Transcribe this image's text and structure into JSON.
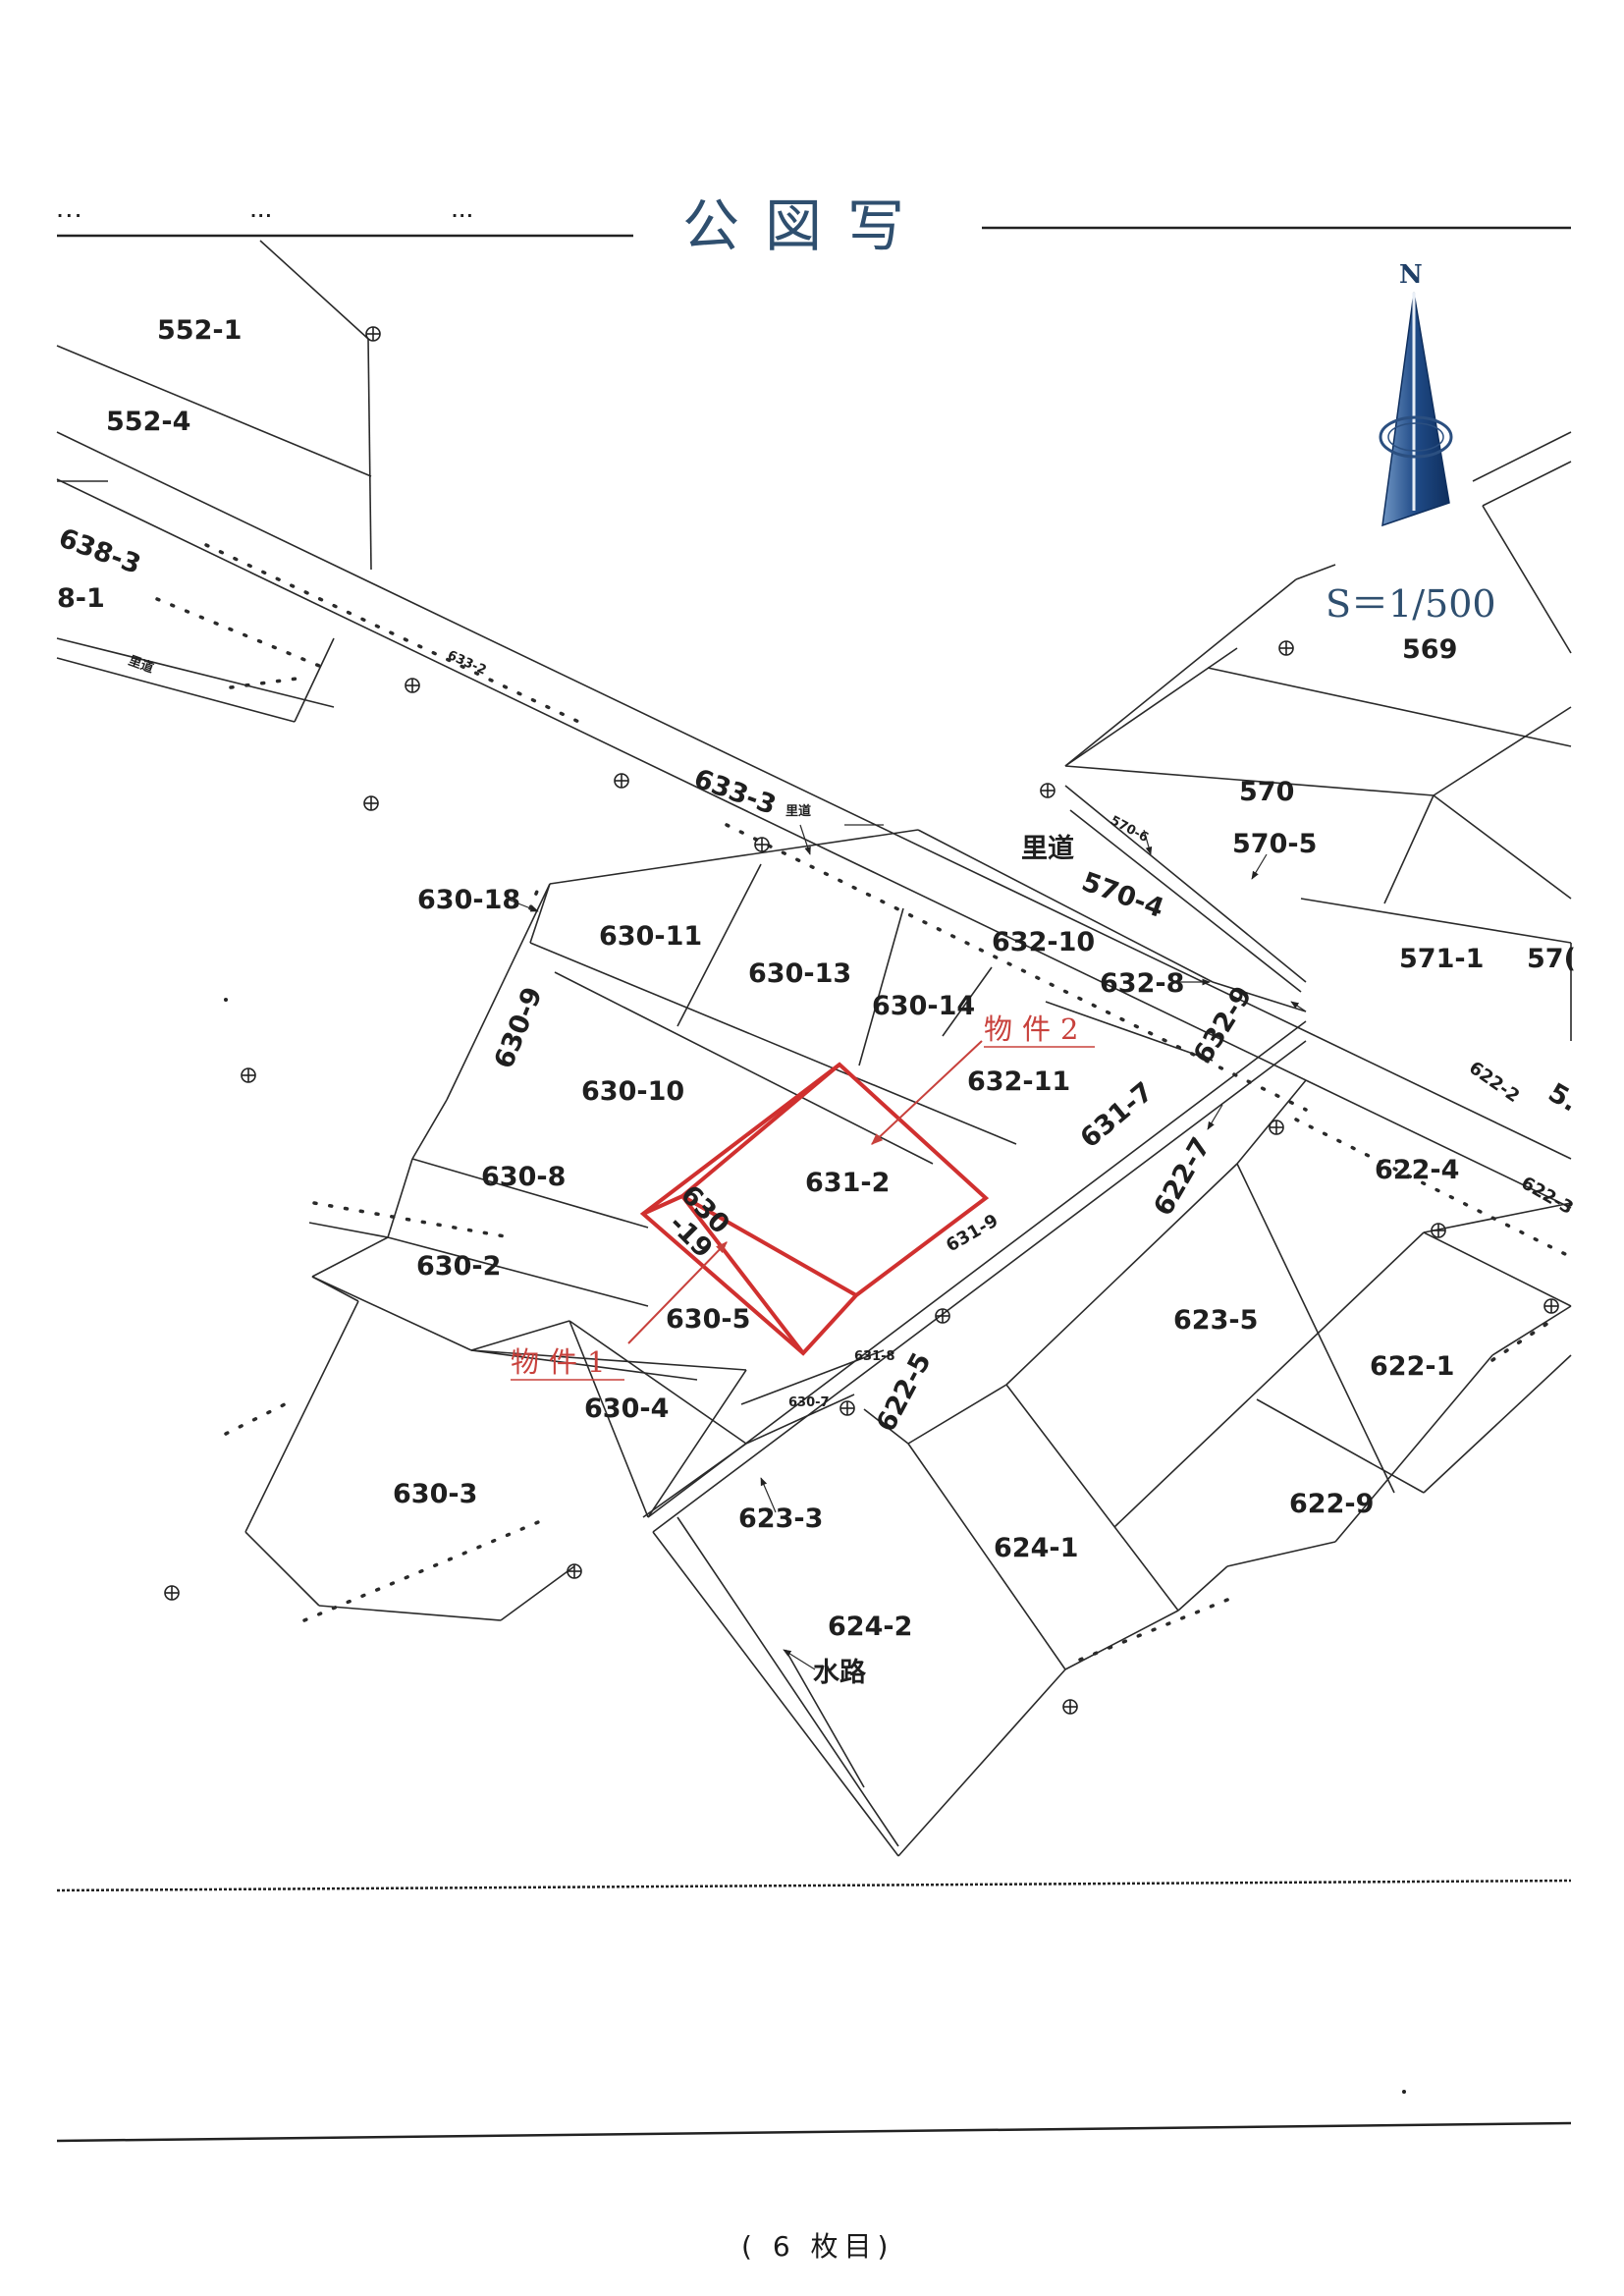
{
  "title": "公図写",
  "scale": "S＝1/500",
  "north_label": "N",
  "footer": "( 6 枚目)",
  "colors": {
    "title": "#2f4f6f",
    "subject_outline": "#d0302f",
    "north_arrow": "#1e3e66"
  },
  "labels": {
    "p552_1": "552-1",
    "p552_4": "552-4",
    "p638_3": "638-3",
    "p8_1": "8-1",
    "satomichi_small": "里道",
    "p633_2": "633-2",
    "p633_3": "633-3",
    "satomichi_small2": "里道",
    "p569": "569",
    "p570": "570",
    "p570_6": "570-6",
    "satomichi": "里道",
    "p570_5": "570-5",
    "p570_4": "570-4",
    "p571_1": "571-1",
    "p57x": "57(",
    "p630_18": "630-18",
    "p630_11": "630-11",
    "p630_13": "630-13",
    "p632_10": "632-10",
    "p632_8": "632-8",
    "p630_9": "630-9",
    "p630_14": "630-14",
    "p632_9": "632-9",
    "p630_10": "630-10",
    "p632_11": "632-11",
    "p622_2": "622-2",
    "p5x": "5.",
    "p631_7": "631-7",
    "p622_4": "622-4",
    "p622_3": "622-3",
    "p630_8": "630-8",
    "p631_2": "631-2",
    "p622_7": "622-7",
    "p630_19a": "630",
    "p630_19b": "-19",
    "p631_9": "631-9",
    "p630_2": "630-2",
    "p630_5": "630-5",
    "p623_5": "623-5",
    "p622_1": "622-1",
    "p631_8": "631-8",
    "p630_7": "630-7",
    "p622_5": "622-5",
    "p630_4": "630-4",
    "p630_3": "630-3",
    "p623_3": "623-3",
    "p622_9": "622-9",
    "p624_1": "624-1",
    "p624_2": "624-2",
    "suiro": "水路"
  },
  "subjects": {
    "property1": "物件1",
    "property2": "物件2"
  }
}
